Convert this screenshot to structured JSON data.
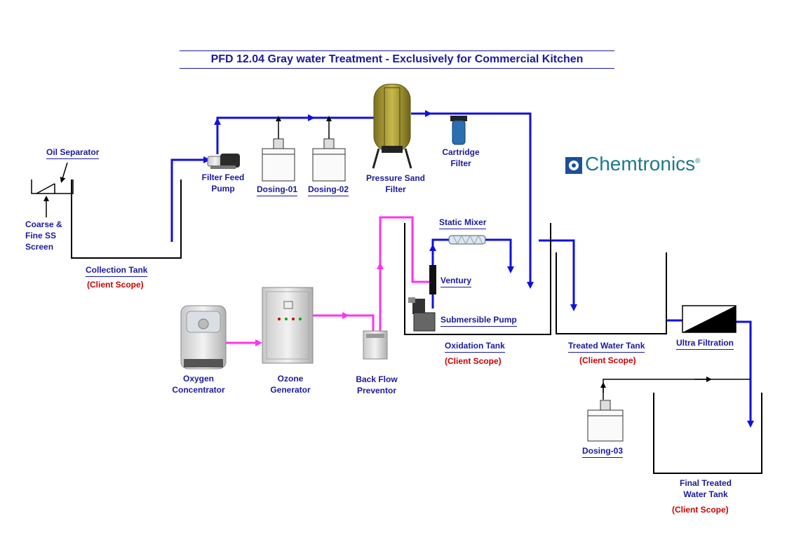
{
  "title": "PFD 12.04 Gray water Treatment - Exclusively for Commercial Kitchen",
  "brand": {
    "name": "Chemtronics",
    "mark": "®"
  },
  "labels": {
    "oil_separator": "Oil Separator",
    "coarse_screen": [
      "Coarse &",
      "Fine SS",
      "Screen"
    ],
    "collection_tank": "Collection Tank",
    "filter_feed_pump": [
      "Filter Feed",
      "Pump"
    ],
    "dosing_01": "Dosing-01",
    "dosing_02": "Dosing-02",
    "pressure_sand_filter": [
      "Pressure Sand",
      "Filter"
    ],
    "cartridge_filter": [
      "Cartridge",
      "Filter"
    ],
    "static_mixer": "Static Mixer",
    "ventury": "Ventury",
    "submersible_pump": "Submersible Pump",
    "oxidation_tank": "Oxidation Tank",
    "treated_water_tank": "Treated Water Tank",
    "ultra_filtration": "Ultra Filtration",
    "oxygen_concentrator": [
      "Oxygen",
      "Concentrator"
    ],
    "ozone_generator": [
      "Ozone",
      "Generator"
    ],
    "back_flow_preventor": [
      "Back Flow",
      "Preventor"
    ],
    "dosing_03": "Dosing-03",
    "final_treated_tank": [
      "Final Treated",
      "Water Tank"
    ]
  },
  "scope": {
    "collection": "(Client Scope)",
    "oxidation": "(Client Scope)",
    "treated": "(Client Scope)",
    "final": "(Client Scope)"
  },
  "colors": {
    "water_line": "#1010e0",
    "ozone_line": "#ff33ee",
    "tank_line": "#000000",
    "label": "#1a1a9e",
    "scope": "#cc0000",
    "brand": "#1b7a8a"
  }
}
